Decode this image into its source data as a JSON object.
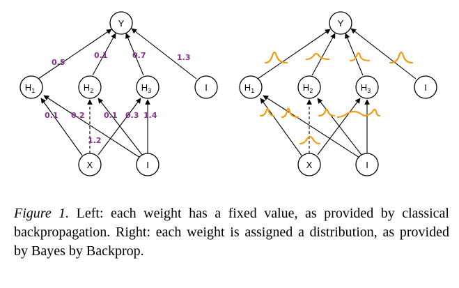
{
  "figure": {
    "left_panel": {
      "nodes": {
        "y": "Y",
        "h1": "H",
        "h1_sub": "1",
        "h2": "H",
        "h2_sub": "2",
        "h3": "H",
        "h3_sub": "3",
        "bias_top": "I",
        "x": "X",
        "bias_bottom": "I"
      },
      "weights": {
        "h1_y": "0.5",
        "h2_y": "0.1",
        "h3_y": "0.7",
        "bias_y": "1.3",
        "x_h1": "0.1",
        "i_h1": "0.2",
        "x_h2": "1.2",
        "i_h2": "0.1",
        "x_h3": "0.3",
        "i_h3": "1.4"
      }
    },
    "right_panel": {
      "nodes": {
        "y": "Y",
        "h1": "H",
        "h1_sub": "1",
        "h2": "H",
        "h2_sub": "2",
        "h3": "H",
        "h3_sub": "3",
        "bias_top": "I",
        "x": "X",
        "bias_bottom": "I"
      },
      "distribution_color": "#F39C12"
    },
    "weight_label_color": "#8B2F8F"
  },
  "caption": {
    "label": "Figure 1.",
    "text": " Left: each weight has a fixed value, as provided by classical backpropagation. Right: each weight is assigned a distribution, as provided by Bayes by Backprop."
  }
}
